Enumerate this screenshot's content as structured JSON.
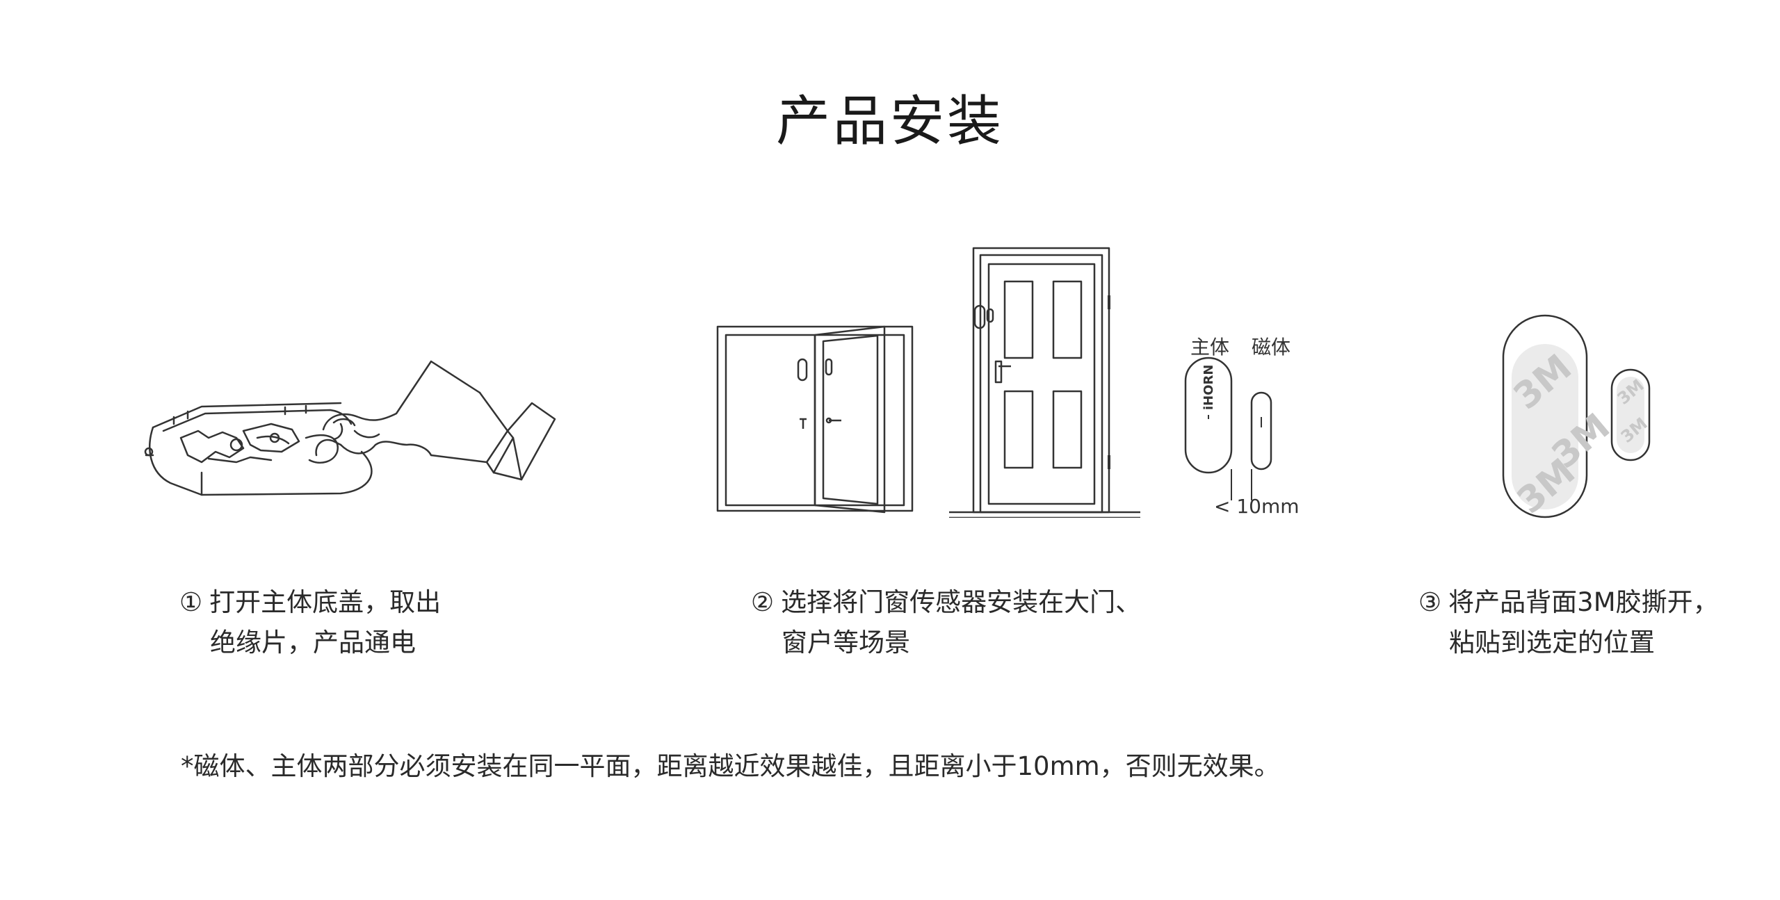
{
  "title": "产品安装",
  "steps": [
    {
      "num": "①",
      "line1": "打开主体底盖，取出",
      "line2": "绝缘片，产品通电"
    },
    {
      "num": "②",
      "line1": "选择将门窗传感器安装在大门、",
      "line2": "窗户等场景"
    },
    {
      "num": "③",
      "line1": "将产品背面3M胶撕开，",
      "line2": "粘贴到选定的位置"
    }
  ],
  "diagram_labels": {
    "main_body": "主体",
    "magnet": "磁体",
    "brand": "iHORN",
    "distance": "< 10mm",
    "tape": "3M"
  },
  "note": "*磁体、主体两部分必须安装在同一平面，距离越近效果越佳，且距离小于10mm，否则无效果。",
  "colors": {
    "line": "#333333",
    "text": "#2a2a2a",
    "tape": "#cfcfcf"
  }
}
